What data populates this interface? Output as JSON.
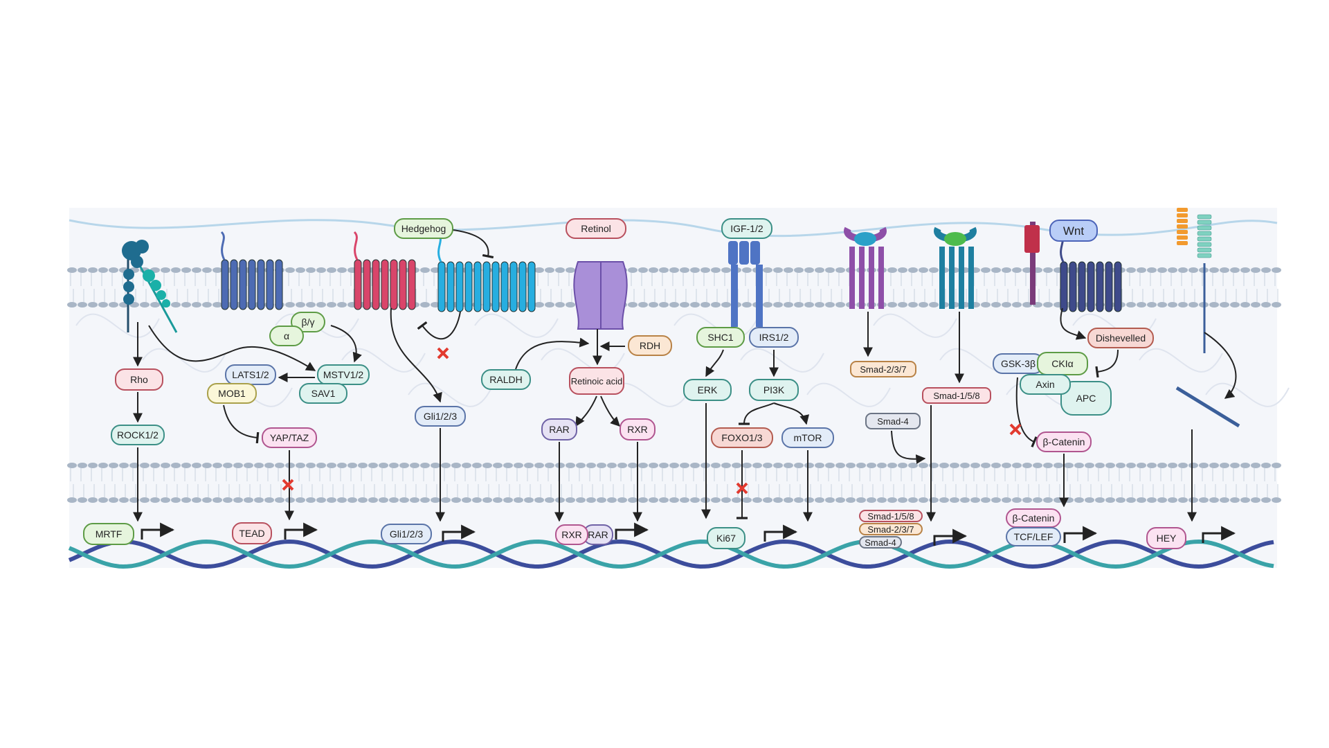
{
  "colors": {
    "membrane": "#a9b6c6",
    "dna_dark": "#3c4d9c",
    "dna_light": "#3aa3a8",
    "arrow": "#222222",
    "inhibit_x": "#e23a2f",
    "gpcr_blue": "#4d6bb3",
    "gpcr_red": "#d9456a",
    "gpcr_cyan": "#27aee0",
    "channel_purple": "#a98fd8",
    "igf_blue": "#4f74c4",
    "tgf_purple": "#8e4fa8",
    "bmp_teal": "#1e7fa0",
    "wnt_navy": "#3e4a8a",
    "notch_orange": "#f29a2e",
    "notch_mint": "#7fd1c0"
  },
  "labels": {
    "hedgehog": "Hedgehog",
    "retinol": "Retinol",
    "igf12": "IGF-1/2",
    "wnt": "Wnt",
    "beta_gamma": "β/γ",
    "alpha": "α",
    "rho": "Rho",
    "rock12": "ROCK1/2",
    "lats12": "LATS1/2",
    "mstv12": "MSTV1/2",
    "mob1": "MOB1",
    "sav1": "SAV1",
    "yap_taz": "YAP/TAZ",
    "gli123_cyto": "Gli1/2/3",
    "raldh": "RALDH",
    "retinoic_acid": "Retinoic acid",
    "rdh": "RDH",
    "rar": "RAR",
    "rxr": "RXR",
    "shc1": "SHC1",
    "irs12": "IRS1/2",
    "erk": "ERK",
    "pi3k": "PI3K",
    "foxo13": "FOXO1/3",
    "mtor": "mTOR",
    "smad237": "Smad-2/3/7",
    "smad158": "Smad-1/5/8",
    "smad4": "Smad-4",
    "dishevelled": "Dishevelled",
    "gsk3b": "GSK-3β",
    "ckia": "CKIα",
    "axin": "Axin",
    "apc": "APC",
    "bcatenin_cyto": "β-Catenin",
    "mrtf": "MRTF",
    "tead": "TEAD",
    "gli123_nuc": "Gli1/2/3",
    "rxr_nuc": "RXR",
    "rar_nuc": "RAR",
    "ki67": "Ki67",
    "smad158_nuc": "Smad-1/5/8",
    "smad237_nuc": "Smad-2/3/7",
    "smad4_nuc": "Smad-4",
    "bcatenin_nuc": "β-Catenin",
    "tcf_lef": "TCF/LEF",
    "hey": "HEY"
  }
}
